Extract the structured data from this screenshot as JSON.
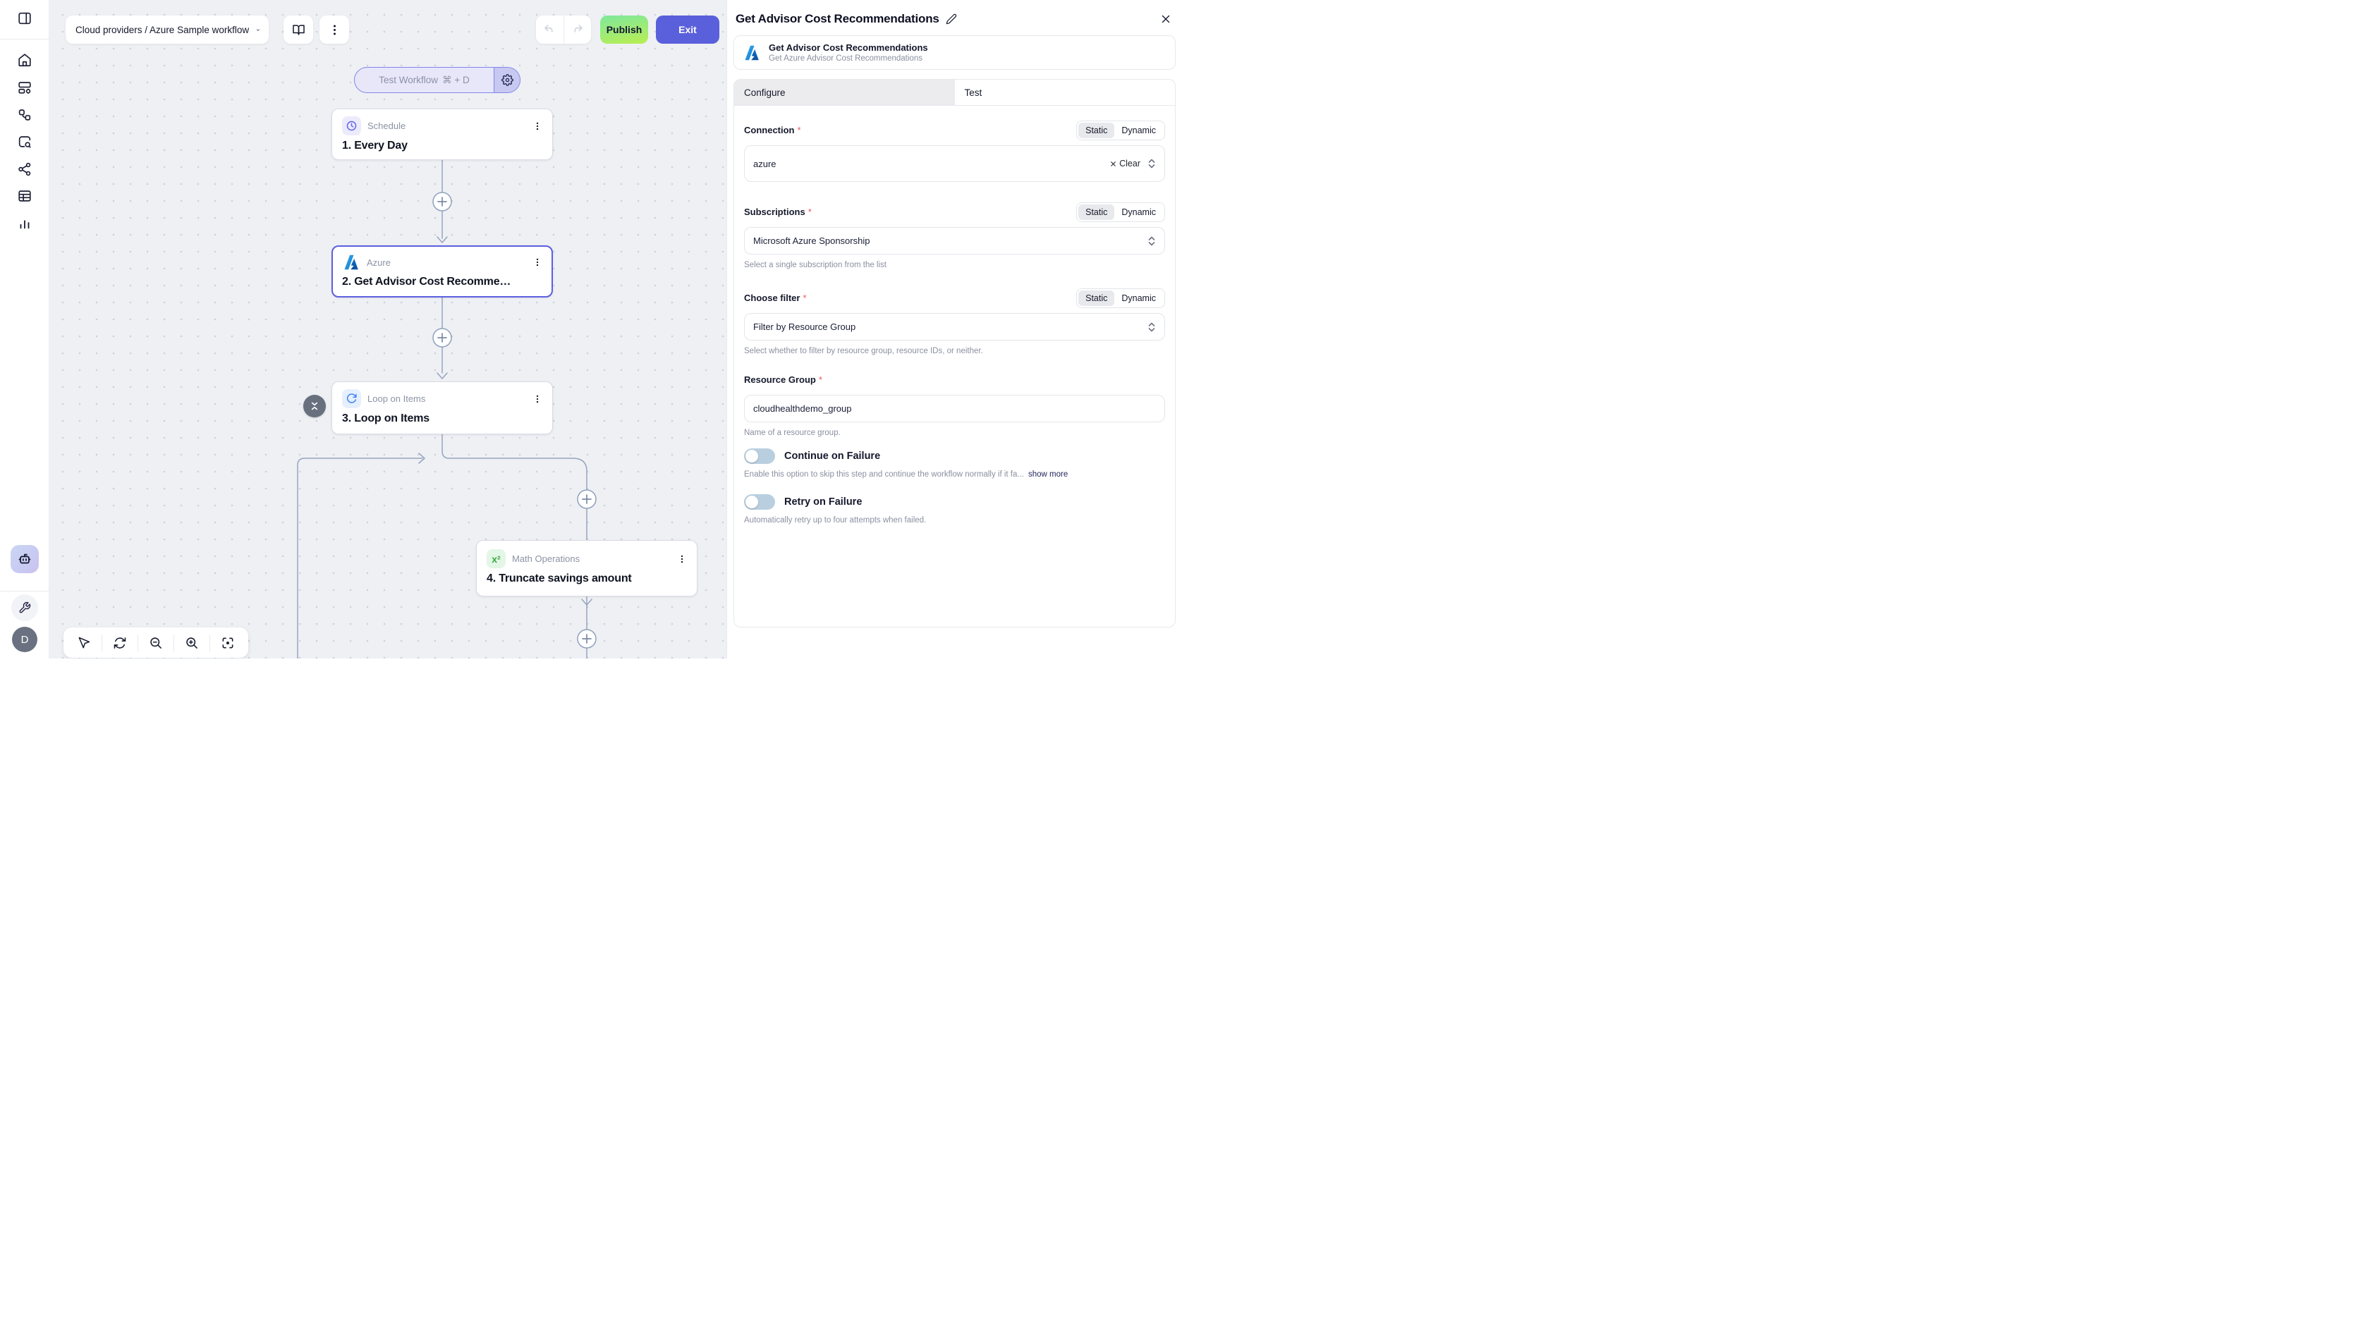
{
  "colors": {
    "accent_purple": "#5a5fdb",
    "publish_gradient_from": "#7fe89c",
    "publish_gradient_to": "#b9ee52",
    "azure_blue_light": "#2e9df0",
    "azure_blue_dark": "#0f62b4",
    "loop_icon_blue": "#3f82f6",
    "math_icon_green": "#3aa83f",
    "schedule_icon_purple": "#5c5ff0",
    "edge_gray": "#97a5bf",
    "toggle_off_track": "#b9cfe0",
    "required_red": "#f25555"
  },
  "sidebar": {
    "avatar_letter": "D"
  },
  "topbar": {
    "breadcrumb": "Cloud providers / Azure Sample workflow",
    "publish": "Publish",
    "exit": "Exit"
  },
  "canvas": {
    "test_button": {
      "label": "Test Workflow",
      "shortcut": "⌘ + D"
    },
    "nodes": [
      {
        "app": "Schedule",
        "title": "1. Every Day"
      },
      {
        "app": "Azure",
        "title": "2. Get Advisor Cost Recomme…"
      },
      {
        "app": "Loop on Items",
        "title": "3. Loop on Items"
      },
      {
        "app": "Math Operations",
        "title": "4. Truncate savings amount",
        "icon_text": "x²"
      }
    ]
  },
  "panel": {
    "title": "Get Advisor Cost Recommendations",
    "app_card": {
      "name": "Get Advisor Cost Recommendations",
      "description": "Get Azure Advisor Cost Recommendations"
    },
    "tabs": {
      "configure": "Configure",
      "test": "Test"
    },
    "mode_toggle": {
      "static": "Static",
      "dynamic": "Dynamic"
    },
    "required_marker": "*",
    "fields": {
      "connection": {
        "label": "Connection",
        "value": "azure",
        "clear_label": "Clear"
      },
      "subscriptions": {
        "label": "Subscriptions",
        "value": "Microsoft Azure Sponsorship",
        "helper": "Select a single subscription from the list"
      },
      "choose_filter": {
        "label": "Choose filter",
        "value": "Filter by Resource Group",
        "helper": "Select whether to filter by resource group, resource IDs, or neither."
      },
      "resource_group": {
        "label": "Resource Group",
        "value": "cloudhealthdemo_group",
        "helper": "Name of a resource group."
      }
    },
    "toggles": {
      "continue_on_failure": {
        "label": "Continue on Failure",
        "helper": "Enable this option to skip this step and continue the workflow normally if it fa...",
        "link": "show more"
      },
      "retry_on_failure": {
        "label": "Retry on Failure",
        "helper": "Automatically retry up to four attempts when failed."
      }
    }
  }
}
